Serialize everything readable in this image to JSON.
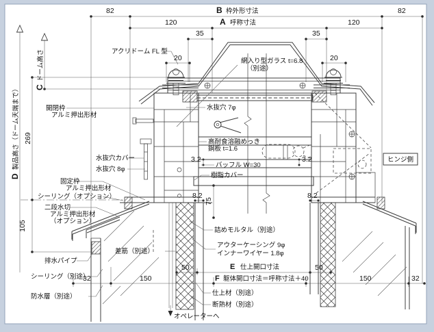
{
  "colors": {
    "background": "#c7d1df",
    "paper": "#ffffff",
    "line": "#3c3c3c",
    "text": "#141414"
  },
  "rows": {
    "b": {
      "letter": "B",
      "label": "枠外形寸法"
    },
    "a": {
      "letter": "A",
      "label": "呼称寸法"
    },
    "c": {
      "letter": "C",
      "label": "ドーム高さ"
    },
    "d": {
      "letter": "D",
      "label": "製品高さ（ドーム天端まで）"
    },
    "e": {
      "letter": "E",
      "label": "仕上開口寸法"
    },
    "f": {
      "letter": "F",
      "label": "躯体開口寸法＝呼称寸法＋40"
    }
  },
  "dims": {
    "d82": "82",
    "d120": "120",
    "d35": "35",
    "d20": "20",
    "d269": "269",
    "d105": "105",
    "d75": "75",
    "d50": "50",
    "d32": "32",
    "d150": "150",
    "d8_2": "8.2",
    "d3_2": "3.2"
  },
  "labels": {
    "acrydome": "アクリドーム FL 型",
    "wired_glass_1": "網入り型ガラス t=6.8",
    "wired_glass_2": "（別途）",
    "drain_hole_7": "水抜穴 7φ",
    "operating_frame_1": "開閉枠",
    "operating_frame_2": "アルミ押出形材",
    "steel_sheet_1": "高耐食溶融めっき",
    "steel_sheet_2": "鋼板 t=1.6",
    "baffle": "バッフル W=30",
    "resin_cover": "樹脂カバー",
    "drain_cover": "水抜穴カバー",
    "drain_hole_8": "水抜穴 8φ",
    "fixed_frame_1": "固定枠",
    "fixed_frame_2": "アルミ押出形材",
    "sealing_option": "シーリング（オプション）",
    "two_stage_1": "二段水切",
    "two_stage_2": "アルミ押出形材",
    "two_stage_3": "（オプション）",
    "drain_pipe": "排水パイプ",
    "sealing_separate": "シーリング（別途）",
    "waterproof_layer": "防水層（別途）",
    "rebar": "差筋（別途）",
    "mortar": "詰めモルタル（別途）",
    "outer_casing": "アウターケーシング 9φ",
    "inner_wire": "インナーワイヤー 1.8φ",
    "finish_material": "仕上材（別途）",
    "insulation": "断熱材（別途）",
    "hinge_side": "ヒンジ側",
    "to_operator": "オペレーターへ"
  }
}
